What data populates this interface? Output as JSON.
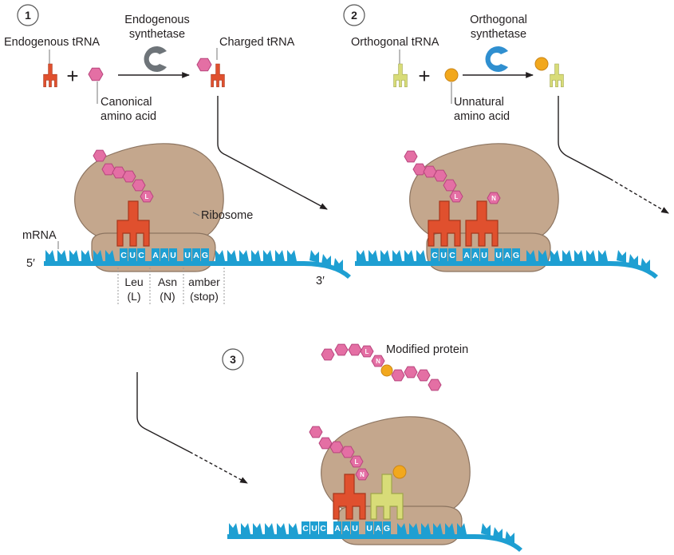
{
  "colors": {
    "endogenous_trna": "#e0502e",
    "orthogonal_trna": "#d8dc78",
    "canonical_amino_acid": "#e46fa4",
    "unnatural_amino_acid": "#f2a81d",
    "endogenous_synthetase": "#6e7479",
    "orthogonal_synthetase": "#2f8fd0",
    "ribosome": "#c4a78d",
    "mrna": "#1e9fd2"
  },
  "icons": [
    "endogenous-trna-icon",
    "orthogonal-trna-icon",
    "synthetase-icon",
    "amino-acid-hexagon-icon",
    "unnatural-amino-acid-circle-icon",
    "ribosome-icon",
    "mrna-strand-icon"
  ],
  "panel1": {
    "step": "1",
    "endogenous_trna": "Endogenous tRNA",
    "plus": "+",
    "synthetase_line1": "Endogenous",
    "synthetase_line2": "synthetase",
    "charged_trna": "Charged tRNA",
    "canonical_line1": "Canonical",
    "canonical_line2": "amino acid",
    "ribosome": "Ribosome",
    "mrna": "mRNA",
    "five_prime": "5′",
    "three_prime": "3′",
    "amino_label": "L",
    "codons": [
      "CUC",
      "AAU",
      "UAG"
    ],
    "codon_meaning": [
      {
        "line1": "Leu",
        "line2": "(L)"
      },
      {
        "line1": "Asn",
        "line2": "(N)"
      },
      {
        "line1": "amber",
        "line2": "(stop)"
      }
    ]
  },
  "panel2": {
    "step": "2",
    "orthogonal_trna": "Orthogonal tRNA",
    "plus": "+",
    "synthetase_line1": "Orthogonal",
    "synthetase_line2": "synthetase",
    "unnatural_line1": "Unnatural",
    "unnatural_line2": "amino acid",
    "amino_labels": [
      "L",
      "N"
    ],
    "codons": [
      "CUC",
      "AAU",
      "UAG"
    ]
  },
  "panel3": {
    "step": "3",
    "modified_protein": "Modified protein",
    "protein_labels": [
      "L",
      "N"
    ],
    "amino_labels": [
      "L",
      "N"
    ],
    "codons": [
      "CUC",
      "AAU",
      "UAG"
    ]
  }
}
